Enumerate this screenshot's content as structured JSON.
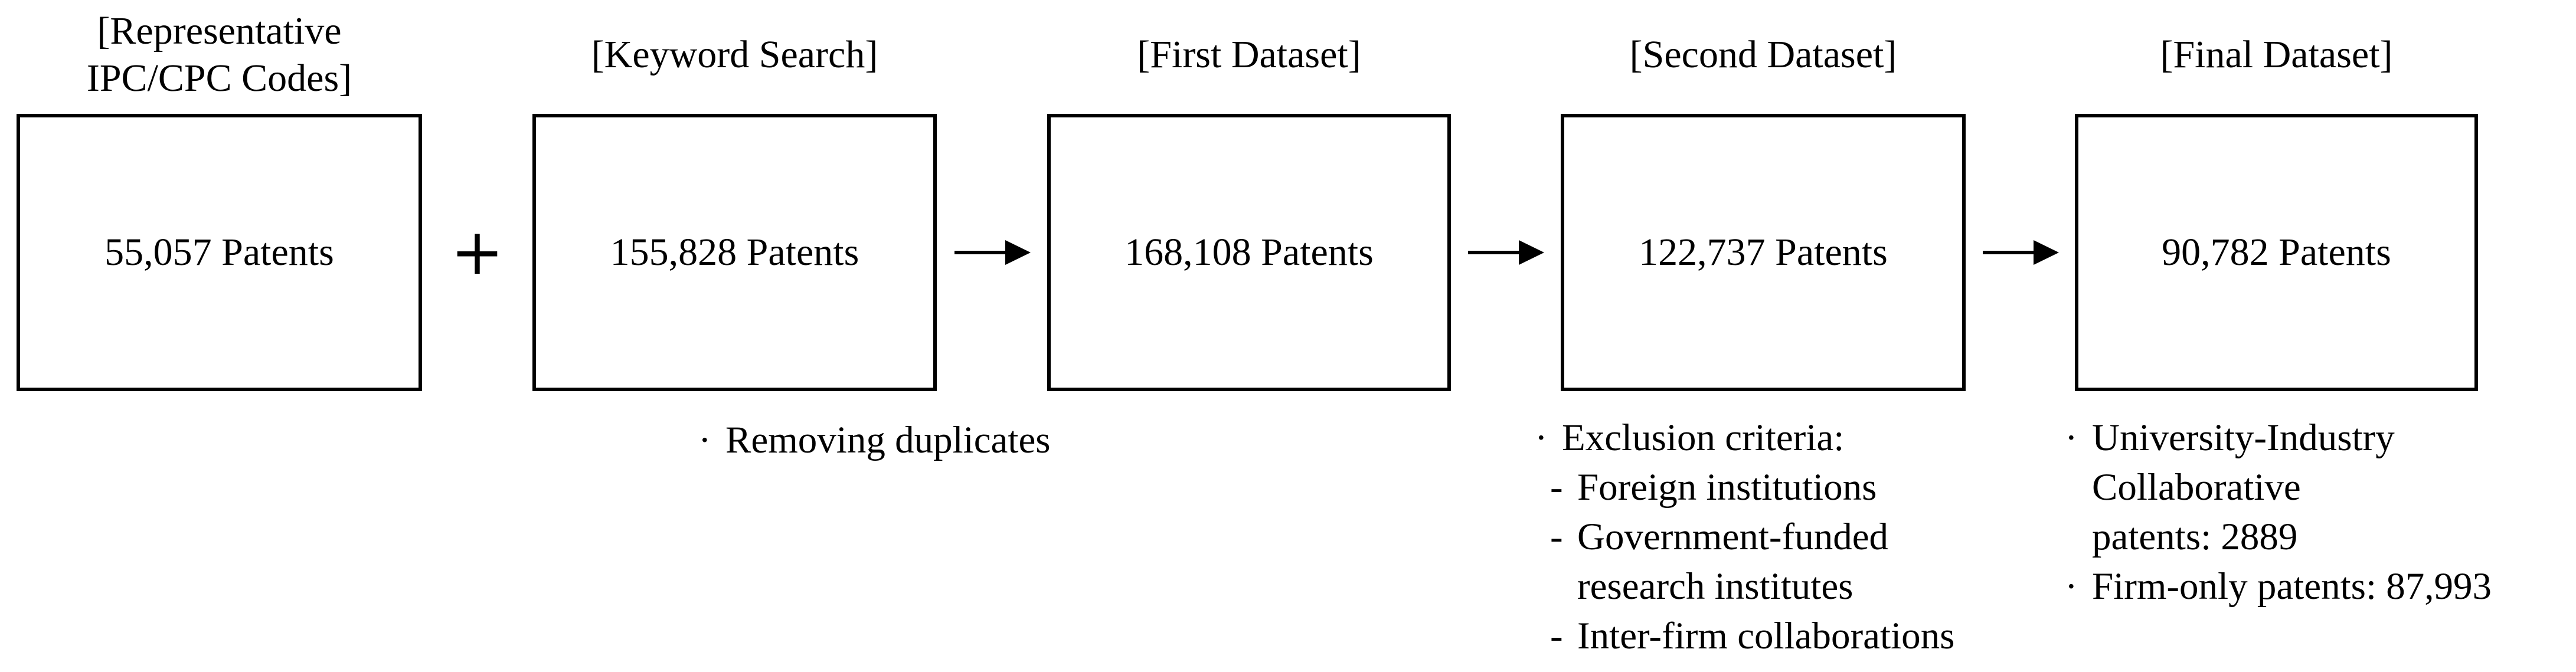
{
  "diagram": {
    "title_semantics": "patent dataset construction flow",
    "colors": {
      "ink": "#000000",
      "background": "#ffffff"
    },
    "icons": {
      "plus": "plus-icon",
      "arrow": "arrow-right-icon"
    },
    "operators": {
      "plus": "+"
    },
    "stages": [
      {
        "label": "[Representative IPC/CPC Codes]",
        "value": "55,057 Patents"
      },
      {
        "label": "[Keyword Search]",
        "value": "155,828 Patents"
      },
      {
        "label": "[First Dataset]",
        "value": "168,108 Patents"
      },
      {
        "label": "[Second Dataset]",
        "value": "122,737 Patents"
      },
      {
        "label": "[Final Dataset]",
        "value": "90,782 Patents"
      }
    ],
    "annotations": {
      "dedup": {
        "lines": [
          {
            "marker": "·",
            "text": "Removing duplicates"
          }
        ]
      },
      "exclusion": {
        "lines": [
          {
            "marker": "·",
            "text": "Exclusion criteria:"
          },
          {
            "marker": "-",
            "text": "Foreign institutions"
          },
          {
            "marker": "-",
            "text": "Government-funded"
          },
          {
            "marker": "",
            "text": "research institutes"
          },
          {
            "marker": "-",
            "text": "Inter-firm collaborations"
          }
        ]
      },
      "final": {
        "lines": [
          {
            "marker": "·",
            "text": "University-Industry"
          },
          {
            "marker": "",
            "text": "Collaborative"
          },
          {
            "marker": "",
            "text": "patents: 2889"
          },
          {
            "marker": "·",
            "text": "Firm-only patents: 87,993"
          }
        ]
      }
    }
  }
}
